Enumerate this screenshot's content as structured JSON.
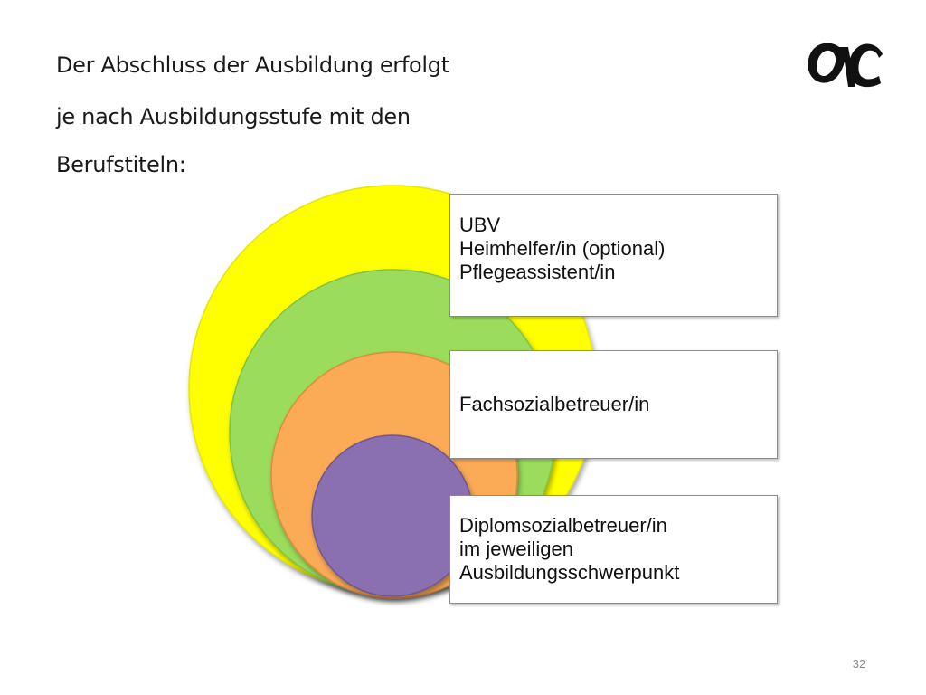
{
  "slide": {
    "title_lines": [
      "Der Abschluss der Ausbildung erfolgt",
      "je nach Ausbildungsstufe mit den",
      "Berufstiteln:"
    ],
    "logo_icon": "ac-logo",
    "page_number": "32"
  },
  "diagram": {
    "type": "nested-circles",
    "circles": [
      {
        "level": 1,
        "color": "#ffff00",
        "outline": "#e6e600"
      },
      {
        "level": 2,
        "color": "#9bdc5c",
        "outline": "#7fc24a"
      },
      {
        "level": 3,
        "color": "#fbab57",
        "outline": "#e08a3a"
      },
      {
        "level": 4,
        "color": "#8a6fb0",
        "outline": "#6e5690"
      }
    ],
    "labels": [
      {
        "lines": [
          "UBV",
          "Heimhelfer/in (optional)",
          "Pflegeassistent/in"
        ]
      },
      {
        "lines": [
          "Fachsozialbetreuer/in"
        ]
      },
      {
        "lines": [
          "Diplomsozialbetreuer/in",
          "im jeweiligen",
          "Ausbildungsschwerpunkt"
        ]
      }
    ]
  }
}
